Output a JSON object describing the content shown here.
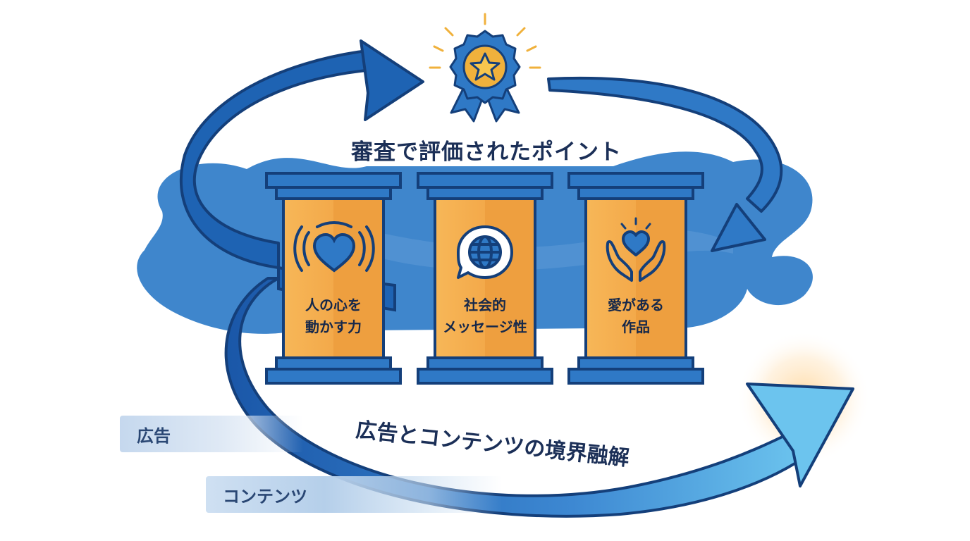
{
  "title": "審査で評価されたポイント",
  "pillars": [
    {
      "icon": "heart-waves-icon",
      "line1": "人の心を",
      "line2": "動かす力"
    },
    {
      "icon": "globe-speech-bubble-icon",
      "line1": "社会的",
      "line2": "メッセージ性"
    },
    {
      "icon": "heart-in-hands-icon",
      "line1": "愛がある",
      "line2": "作品"
    }
  ],
  "bottom_label": "広告とコンテンツの境界融解",
  "bands": {
    "ad": "広告",
    "content": "コンテンツ"
  },
  "icons": {
    "top": "award-medal-icon"
  },
  "colors": {
    "primary_blue": "#1e63b3",
    "dark_navy": "#1b2f57",
    "pillar_orange": "#f3a94a",
    "gold": "#f0b13c",
    "blob_blue": "#3f86cc"
  }
}
